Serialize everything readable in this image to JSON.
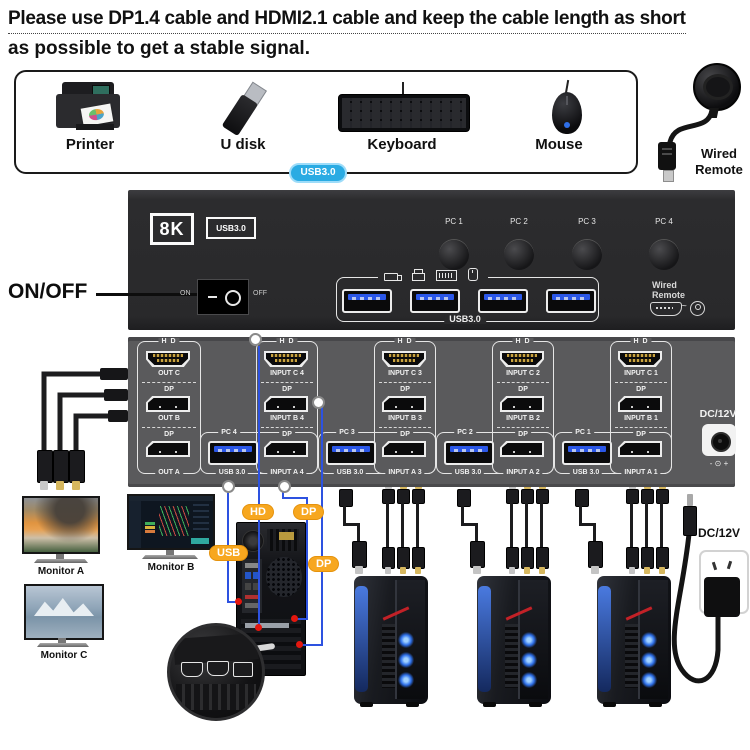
{
  "header": {
    "line1": "Please use DP1.4 cable and HDMI2.1 cable and keep the cable length as short",
    "line2": "as possible to get a stable signal."
  },
  "peripherals": {
    "badge": "USB3.0",
    "items": [
      {
        "label": "Printer"
      },
      {
        "label": "U disk"
      },
      {
        "label": "Keyboard"
      },
      {
        "label": "Mouse"
      }
    ]
  },
  "wired_remote_top": {
    "line1": "Wired",
    "line2": "Remote"
  },
  "front_panel": {
    "badge_8k": "8K",
    "badge_usb3": "USB3.0",
    "pc_buttons": [
      "PC 1",
      "PC 2",
      "PC 3",
      "PC 4"
    ],
    "power_callout": "ON/OFF",
    "on_label": "ON",
    "off_label": "OFF",
    "usb_group_label": "USB3.0",
    "wired_remote_line1": "Wired",
    "wired_remote_line2": "Remote"
  },
  "back_panel": {
    "output": {
      "hd": "H D",
      "out_c": "OUT C",
      "dp_b": "DP",
      "out_b": "OUT B",
      "dp_a": "DP",
      "out_a": "OUT A"
    },
    "groups": [
      {
        "pc": "PC 4",
        "hd": "H D",
        "input_c": "INPUT C 4",
        "dp_b": "DP",
        "input_b": "INPUT B 4",
        "dp_a": "DP",
        "input_a": "INPUT A 4",
        "usb": "USB 3.0"
      },
      {
        "pc": "PC 3",
        "hd": "H D",
        "input_c": "INPUT C 3",
        "dp_b": "DP",
        "input_b": "INPUT B 3",
        "dp_a": "DP",
        "input_a": "INPUT A 3",
        "usb": "USB 3.0"
      },
      {
        "pc": "PC 2",
        "hd": "H D",
        "input_c": "INPUT C 2",
        "dp_b": "DP",
        "input_b": "INPUT B 2",
        "dp_a": "DP",
        "input_a": "INPUT A 2",
        "usb": "USB 3.0"
      },
      {
        "pc": "PC 1",
        "hd": "H D",
        "input_c": "INPUT C 1",
        "dp_b": "DP",
        "input_b": "INPUT B 1",
        "dp_a": "DP",
        "input_a": "INPUT A 1",
        "usb": "USB 3.0"
      }
    ],
    "dc_label": "DC/12V",
    "dc_polarity": "- ⊙ +"
  },
  "connection_badges": {
    "hd": "HD",
    "dp_top": "DP",
    "usb": "USB",
    "dp_right": "DP"
  },
  "monitors": [
    {
      "label": "Monitor A"
    },
    {
      "label": "Monitor B"
    },
    {
      "label": "Monitor C"
    }
  ],
  "power_adapter": {
    "label": "DC/12V"
  },
  "colors": {
    "badge_blue": "#2AABE3",
    "usb_blue": "#2B57E8",
    "line_blue": "#2D52E0",
    "badge_orange": "#F7A71F",
    "front_panel": "#2B2B2D",
    "back_panel": "#5A5A5C",
    "marker_red": "#E3170F"
  }
}
